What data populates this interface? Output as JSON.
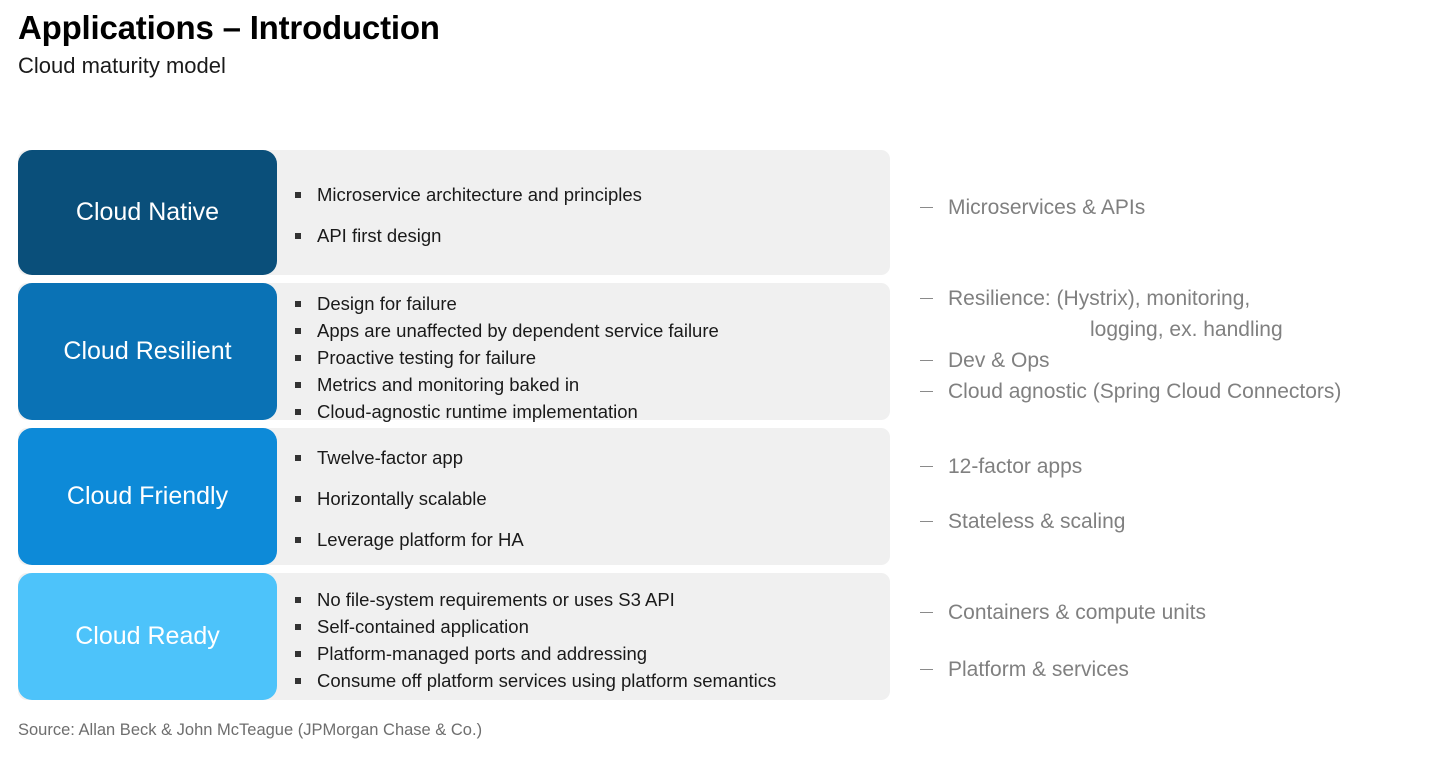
{
  "header": {
    "title": "Applications – Introduction",
    "subtitle": "Cloud maturity model"
  },
  "colors": {
    "stage_cloud_native": "#0a4f7a",
    "stage_cloud_resilient": "#0a72b5",
    "stage_cloud_friendly": "#0d8ad8",
    "stage_cloud_ready": "#4dc3fa",
    "panel_background": "#f0f0f0",
    "annotation_text": "#808080",
    "bullet_text": "#1a1a1a",
    "title_text": "#000000"
  },
  "maturity": {
    "rows": [
      {
        "stage": "Cloud Native",
        "bullets": [
          "Microservice architecture and principles",
          "API first design"
        ],
        "annotations": [
          {
            "text": "Microservices & APIs",
            "continuation": null
          }
        ]
      },
      {
        "stage": "Cloud Resilient",
        "bullets": [
          "Design for failure",
          "Apps are unaffected by dependent service failure",
          "Proactive testing for failure",
          "Metrics and monitoring baked in",
          "Cloud-agnostic runtime implementation"
        ],
        "annotations": [
          {
            "text": "Resilience: (Hystrix), monitoring,",
            "continuation": "logging, ex. handling"
          },
          {
            "text": "Dev & Ops",
            "continuation": null
          },
          {
            "text": "Cloud agnostic (Spring Cloud Connectors)",
            "continuation": null
          }
        ]
      },
      {
        "stage": "Cloud Friendly",
        "bullets": [
          "Twelve-factor app",
          "Horizontally scalable",
          "Leverage platform for HA"
        ],
        "annotations": [
          {
            "text": "12-factor apps",
            "continuation": null
          },
          {
            "text": "Stateless & scaling",
            "continuation": null
          }
        ]
      },
      {
        "stage": "Cloud Ready",
        "bullets": [
          "No file-system requirements or uses S3 API",
          "Self-contained application",
          "Platform-managed ports and addressing",
          "Consume off platform services using platform semantics"
        ],
        "annotations": [
          {
            "text": "Containers & compute units",
            "continuation": null
          },
          {
            "text": "Platform & services",
            "continuation": null
          }
        ]
      }
    ]
  },
  "source": "Source: Allan Beck & John McTeague (JPMorgan Chase & Co.)"
}
